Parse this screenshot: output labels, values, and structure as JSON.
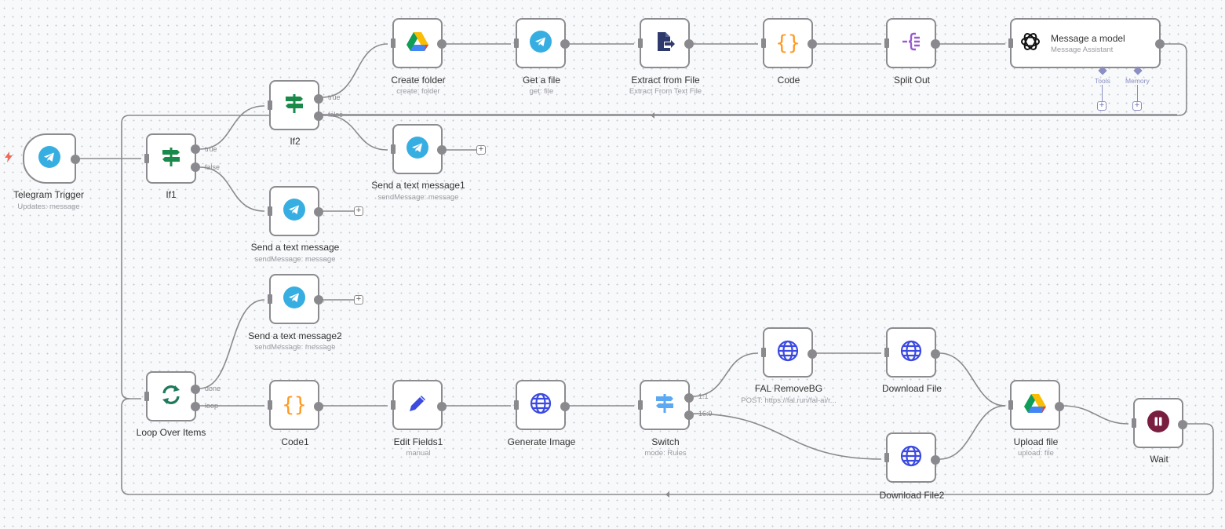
{
  "canvas": {
    "edge_color": "#8a8a8e",
    "node_border_color": "#8c8c90",
    "background_color": "#f8f9fb"
  },
  "nodes": {
    "telegram_trigger": {
      "title": "Telegram Trigger",
      "subtitle": "Updates: message",
      "icon": "telegram-icon"
    },
    "if1": {
      "title": "If1",
      "icon": "signpost-icon",
      "ports": [
        "true",
        "false"
      ]
    },
    "if2": {
      "title": "If2",
      "icon": "signpost-icon",
      "ports": [
        "true",
        "false"
      ]
    },
    "create_folder": {
      "title": "Create folder",
      "subtitle": "create: folder",
      "icon": "google-drive-icon"
    },
    "get_a_file": {
      "title": "Get a file",
      "subtitle": "get: file",
      "icon": "telegram-icon"
    },
    "extract_from_file": {
      "title": "Extract from File",
      "subtitle": "Extract From Text File",
      "icon": "extract-file-icon"
    },
    "code": {
      "title": "Code",
      "icon": "code-braces-icon"
    },
    "split_out": {
      "title": "Split Out",
      "icon": "split-out-icon"
    },
    "message_a_model": {
      "title": "Message a model",
      "subtitle": "Message Assistant",
      "icon": "openai-icon",
      "sub_ports": [
        "Tools",
        "Memory"
      ]
    },
    "send_text_message1": {
      "title": "Send a text message1",
      "subtitle": "sendMessage: message",
      "icon": "telegram-icon"
    },
    "send_text_message": {
      "title": "Send a text message",
      "subtitle": "sendMessage: message",
      "icon": "telegram-icon"
    },
    "send_text_message2": {
      "title": "Send a text message2",
      "subtitle": "sendMessage: message",
      "icon": "telegram-icon"
    },
    "loop_over_items": {
      "title": "Loop Over Items",
      "icon": "loop-icon",
      "ports": [
        "done",
        "loop"
      ]
    },
    "code1": {
      "title": "Code1",
      "icon": "code-braces-icon"
    },
    "edit_fields1": {
      "title": "Edit Fields1",
      "subtitle": "manual",
      "icon": "pencil-icon"
    },
    "generate_image": {
      "title": "Generate Image",
      "icon": "globe-icon"
    },
    "switch": {
      "title": "Switch",
      "subtitle": "mode: Rules",
      "icon": "signpost-icon",
      "ports": [
        "1:1",
        "16:9"
      ]
    },
    "fal_removebg": {
      "title": "FAL RemoveBG",
      "subtitle": "POST: https://fal.run/fal-ai/r...",
      "icon": "globe-icon"
    },
    "download_file": {
      "title": "Download File",
      "icon": "globe-icon"
    },
    "download_file2": {
      "title": "Download File2",
      "icon": "globe-icon"
    },
    "upload_file": {
      "title": "Upload file",
      "subtitle": "upload: file",
      "icon": "google-drive-icon"
    },
    "wait": {
      "title": "Wait",
      "icon": "pause-icon"
    }
  },
  "add_node_button_label": "+"
}
